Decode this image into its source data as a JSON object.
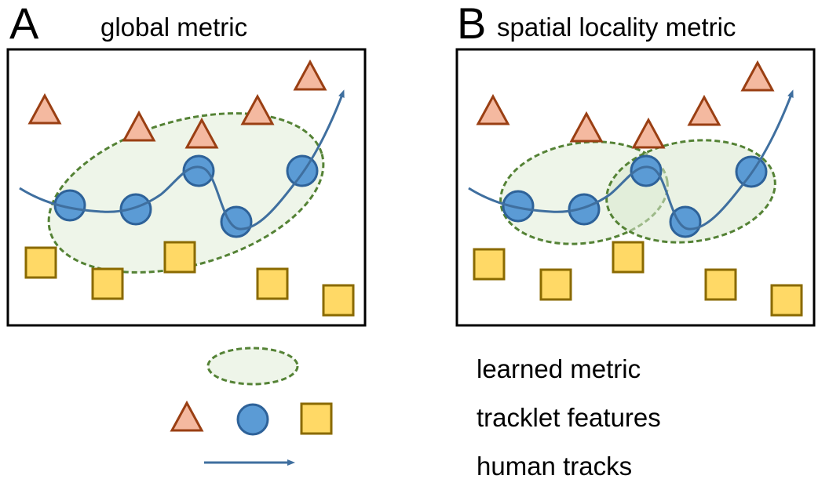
{
  "panels": [
    {
      "letter": "A",
      "title": "global metric"
    },
    {
      "letter": "B",
      "title": "spatial locality metric"
    }
  ],
  "legend": {
    "metric_label": "learned metric",
    "features_label": "tracklet features",
    "tracks_label": "human tracks"
  },
  "icons": {
    "triangle": "triangle-icon",
    "circle": "circle-icon",
    "square": "square-icon",
    "arrow": "arrow-icon"
  },
  "colors": {
    "triangle_fill": "#F4B9A0",
    "triangle_stroke": "#9A3F13",
    "circle_fill": "#5B9BD5",
    "circle_stroke": "#2E6299",
    "square_fill": "#FFD966",
    "square_stroke": "#8A6A00",
    "ellipse_fill": "#EEF5E9",
    "ellipse_stroke": "#548235",
    "track": "#3F6F9F"
  }
}
